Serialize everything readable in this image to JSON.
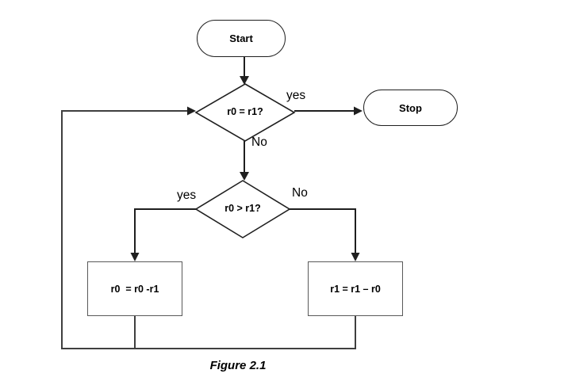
{
  "figure": {
    "caption": "Figure 2.1"
  },
  "flowchart": {
    "nodes": {
      "start": {
        "type": "terminator",
        "label": "Start"
      },
      "decision1": {
        "type": "decision",
        "label": "r0 = r1?"
      },
      "stop": {
        "type": "terminator",
        "label": "Stop"
      },
      "decision2": {
        "type": "decision",
        "label": "r0 > r1?"
      },
      "process_left": {
        "type": "process",
        "label": "r0  = r0 -r1"
      },
      "process_right": {
        "type": "process",
        "label": "r1 = r1 – r0"
      }
    },
    "edge_labels": {
      "decision1_yes": "yes",
      "decision1_no": "No",
      "decision2_yes": "yes",
      "decision2_no": "No"
    },
    "colors": {
      "arrow": "#1f1f1f",
      "connector": "#3f3f3f",
      "process_border": "#595959",
      "text": "#000000",
      "background": "#ffffff"
    }
  }
}
